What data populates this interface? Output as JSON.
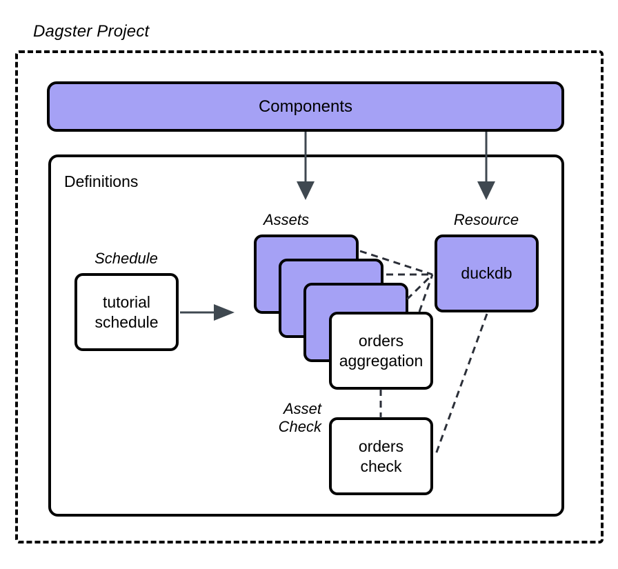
{
  "diagram": {
    "title": "Dagster Project",
    "outer_container": {
      "label": "Dagster Project",
      "style": "dashed"
    },
    "components": {
      "label": "Components",
      "fill": "#a5a1f5"
    },
    "definitions": {
      "label": "Definitions",
      "fill": "#ffffff"
    },
    "group_labels": {
      "assets": "Assets",
      "resource": "Resource",
      "schedule": "Schedule",
      "asset_check": "Asset\nCheck"
    },
    "nodes": [
      {
        "id": "schedule",
        "label": "tutorial\nschedule",
        "fill": "#ffffff"
      },
      {
        "id": "asset-card-1",
        "label": "",
        "fill": "#a5a1f5"
      },
      {
        "id": "asset-card-2",
        "label": "",
        "fill": "#a5a1f5"
      },
      {
        "id": "asset-card-3",
        "label": "",
        "fill": "#a5a1f5"
      },
      {
        "id": "orders-aggregation",
        "label": "orders\naggregation",
        "fill": "#ffffff"
      },
      {
        "id": "duckdb",
        "label": "duckdb",
        "fill": "#a5a1f5"
      },
      {
        "id": "orders-check",
        "label": "orders\ncheck",
        "fill": "#ffffff"
      }
    ],
    "edges": [
      {
        "from": "components",
        "to": "assets",
        "style": "solid-arrow"
      },
      {
        "from": "components",
        "to": "resource",
        "style": "solid-arrow"
      },
      {
        "from": "schedule",
        "to": "assets",
        "style": "solid-arrow"
      },
      {
        "from": "asset-card-1",
        "to": "duckdb",
        "style": "dashed"
      },
      {
        "from": "asset-card-2",
        "to": "duckdb",
        "style": "dashed"
      },
      {
        "from": "asset-card-3",
        "to": "duckdb",
        "style": "dashed"
      },
      {
        "from": "orders-aggregation",
        "to": "duckdb",
        "style": "dashed"
      },
      {
        "from": "orders-aggregation",
        "to": "orders-check",
        "style": "dashed"
      },
      {
        "from": "duckdb",
        "to": "orders-check",
        "style": "dashed"
      }
    ],
    "colors": {
      "purple_fill": "#a5a1f5",
      "stroke": "#000000",
      "arrow": "#3f4850",
      "dashed_edge": "#2b2f38",
      "background": "#ffffff"
    }
  }
}
